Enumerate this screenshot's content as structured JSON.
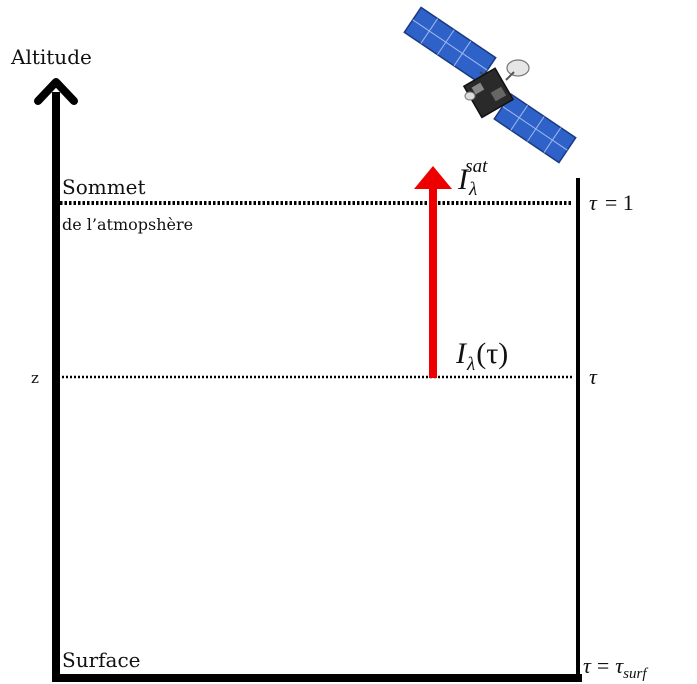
{
  "axis": {
    "label": "Altitude"
  },
  "levels": {
    "top": {
      "label_line1": "Sommet",
      "label_line2": "de l’atmopshère",
      "tau_symbol": "τ",
      "tau_value": "= 1"
    },
    "middle": {
      "label": "z",
      "tau_symbol": "τ"
    },
    "surface": {
      "label": "Surface",
      "tau_symbol": "τ",
      "tau_eq": "=",
      "tau_rhs": "τ",
      "tau_sub": "surf"
    }
  },
  "intensity": {
    "sat_base": "I",
    "sat_sub": "λ",
    "sat_sup": "sat",
    "tau_base": "I",
    "tau_sub": "λ",
    "tau_arg": "(τ)"
  },
  "colors": {
    "arrow": "#ee0000",
    "axis": "#000000",
    "satellite_panel": "#2e62c8"
  },
  "icons": {
    "satellite": "satellite-icon"
  }
}
